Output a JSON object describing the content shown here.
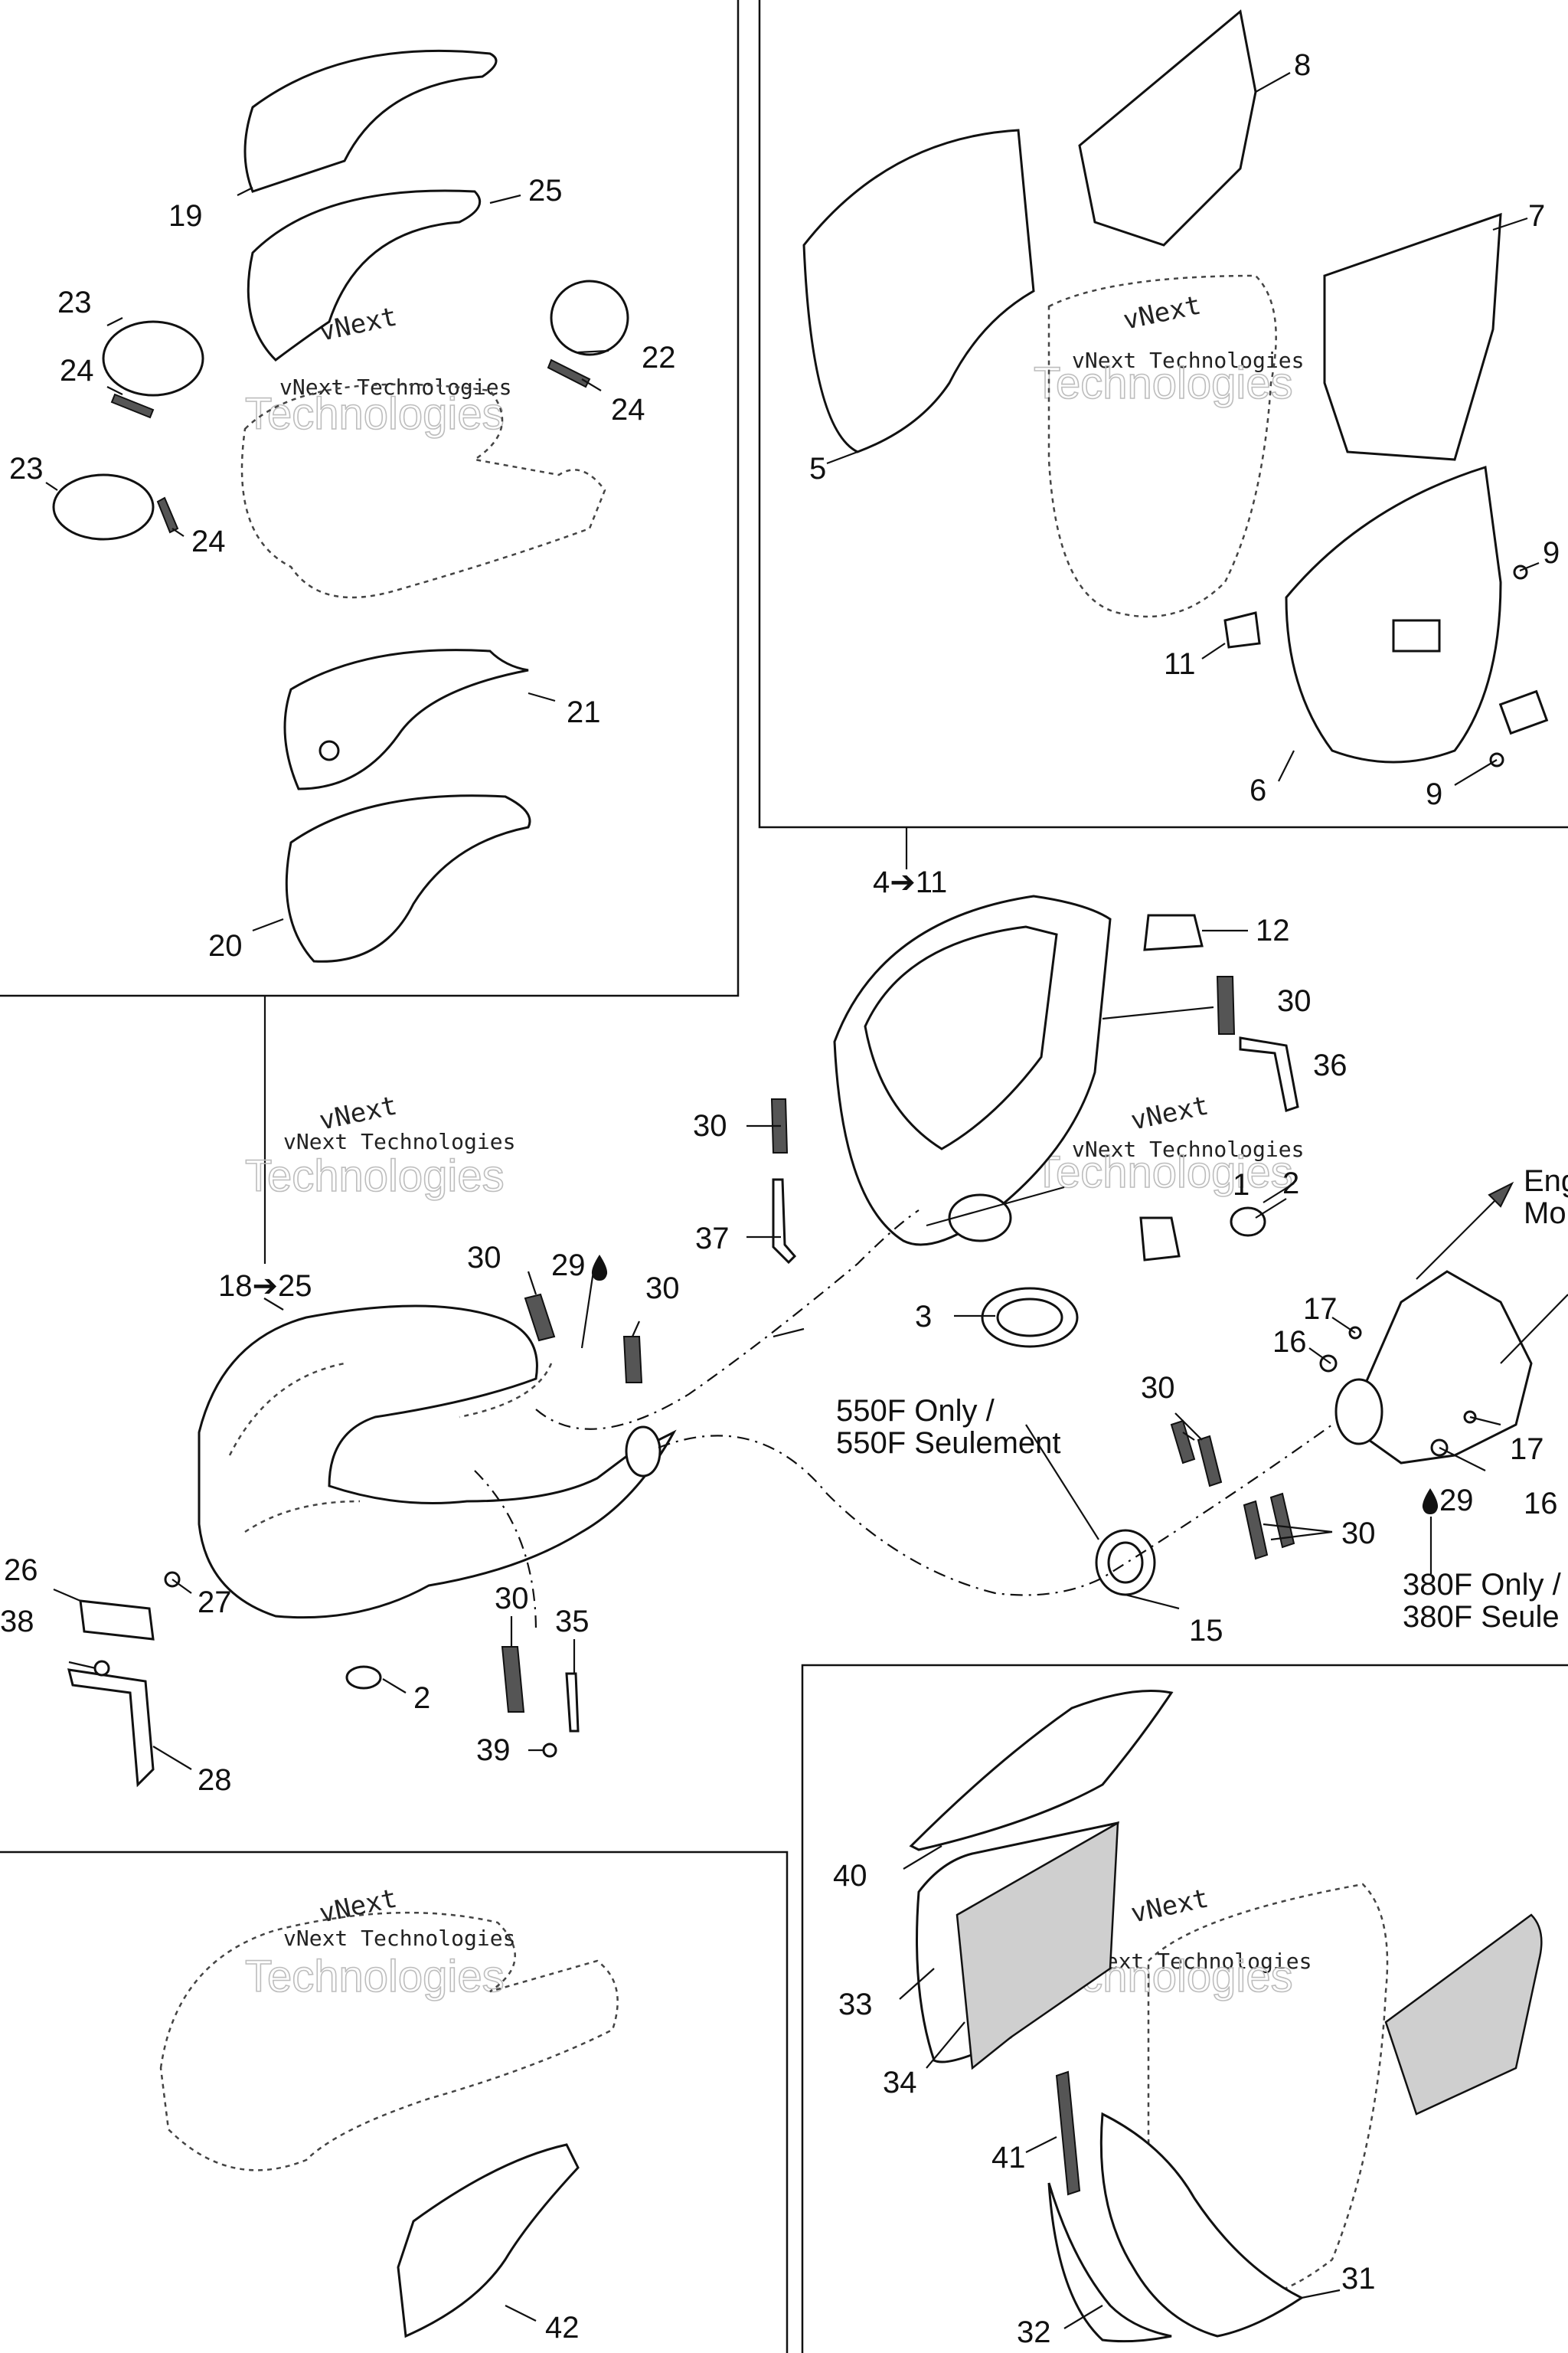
{
  "watermark": {
    "line1": "vNext",
    "line2": "vNext Technologies",
    "line3": "Technologies"
  },
  "labels": {
    "l1": "1",
    "l2a": "2",
    "l2b": "2",
    "l3": "3",
    "l4_11": "4➔11",
    "l5": "5",
    "l6": "6",
    "l7": "7",
    "l8": "8",
    "l9a": "9",
    "l9b": "9",
    "l11": "11",
    "l12": "12",
    "l15": "15",
    "l16a": "16",
    "l16b": "16",
    "l17a": "17",
    "l17b": "17",
    "l18_25": "18➔25",
    "l19": "19",
    "l20": "20",
    "l21": "21",
    "l22": "22",
    "l23a": "23",
    "l23b": "23",
    "l24a": "24",
    "l24b": "24",
    "l24c": "24",
    "l25": "25",
    "l26": "26",
    "l27": "27",
    "l28": "28",
    "l29a": "29",
    "l29b": "29",
    "l30a": "30",
    "l30b": "30",
    "l30c": "30",
    "l30d": "30",
    "l30e": "30",
    "l30f": "30",
    "l30g": "30",
    "l31": "31",
    "l32": "32",
    "l33": "33",
    "l34": "34",
    "l35": "35",
    "l36": "36",
    "l37": "37",
    "l38": "38",
    "l39": "39",
    "l40": "40",
    "l41": "41",
    "l42": "42"
  },
  "notes": {
    "n550_1": "550F Only /",
    "n550_2": "550F Seulement",
    "n380_1": "380F Only /",
    "n380_2": "380F Seule",
    "eng1": "Eng",
    "eng2": "Mo"
  },
  "icons": {
    "oil_drop": "oil-drop-icon"
  }
}
